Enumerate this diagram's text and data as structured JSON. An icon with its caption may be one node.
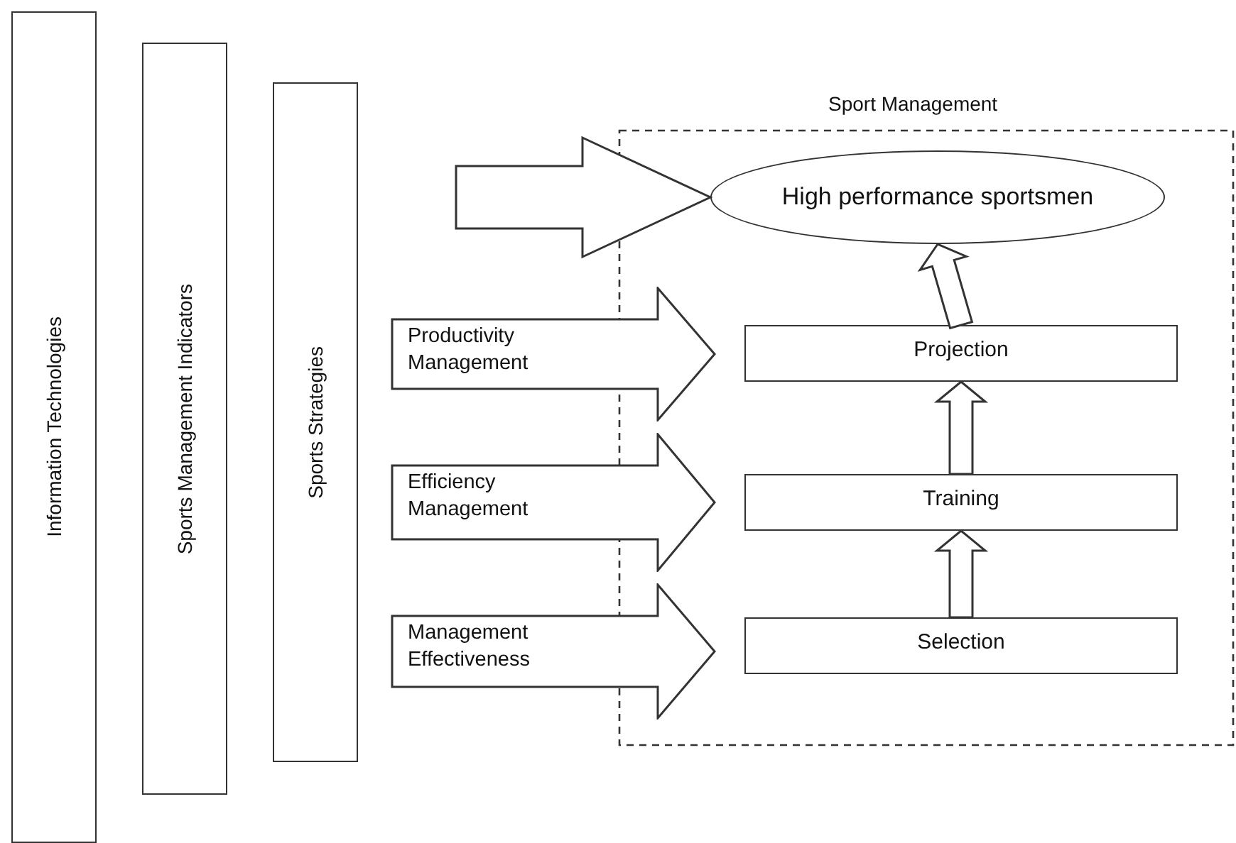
{
  "diagram": {
    "nodes": [
      {
        "text": [
          "Information Technologies"
        ]
      },
      {
        "text": [
          "Sports Management Indicators"
        ]
      },
      {
        "text": [
          "Sports Strategies"
        ]
      },
      {
        "text": [
          "Sport Management"
        ]
      },
      {
        "text": [
          "High performance sportsmen"
        ],
        "in": 3
      },
      {
        "text": [
          "Productivity Management"
        ]
      },
      {
        "text": [
          "Projection"
        ],
        "in": 3
      },
      {
        "text": [
          "Efficiency Management"
        ]
      },
      {
        "text": [
          "Training"
        ],
        "in": 3
      },
      {
        "text": [
          "Management Effectiveness"
        ]
      },
      {
        "text": [
          "Selection"
        ],
        "in": 3
      }
    ],
    "edges": [
      {
        "from": null,
        "to": 4,
        "arrow": "to"
      },
      {
        "from": 6,
        "to": 4,
        "arrow": "to"
      },
      {
        "from": 8,
        "to": 6,
        "arrow": "to"
      },
      {
        "from": 10,
        "to": 8,
        "arrow": "to"
      }
    ]
  }
}
